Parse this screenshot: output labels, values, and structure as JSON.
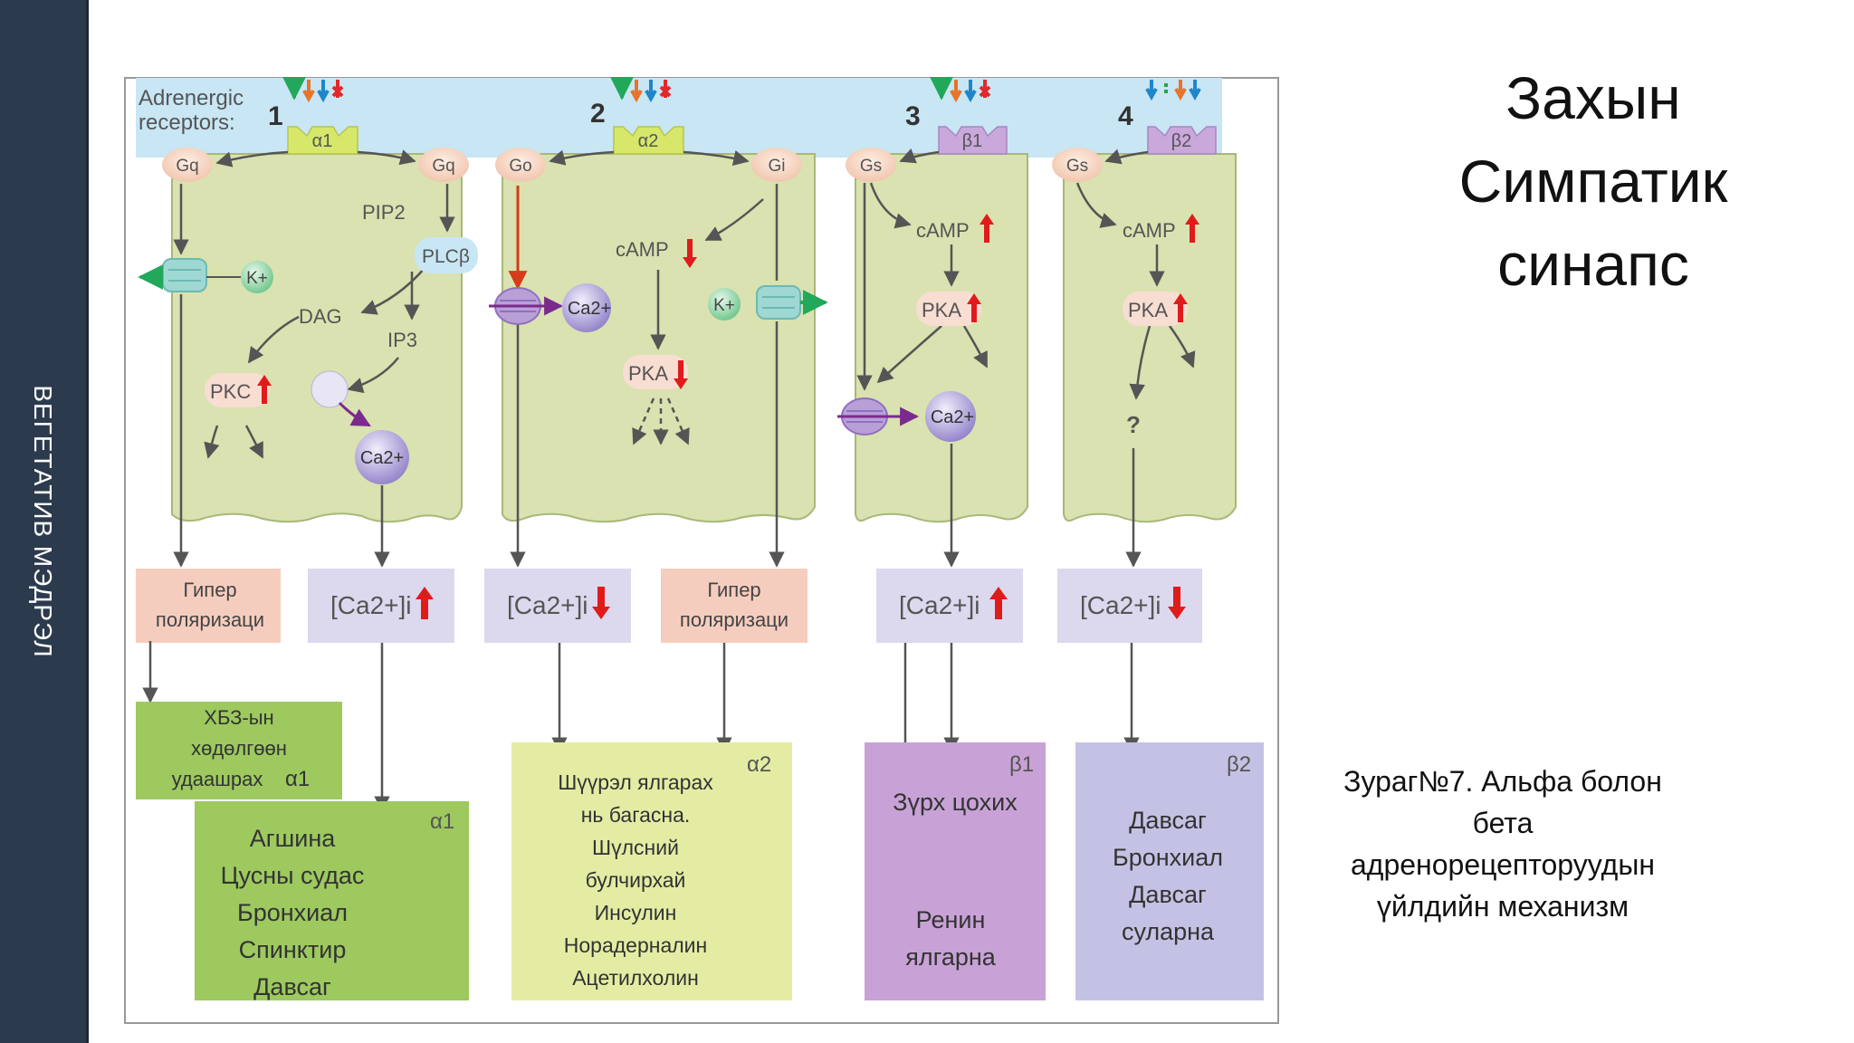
{
  "sidebar": {
    "label": "ВЕГЕТАТИВ МЭДРЭЛ"
  },
  "slide_title": {
    "line1": "Захын",
    "line2": "Симпатик",
    "line3": "синапс"
  },
  "caption": {
    "line1": "Зураг№7. Альфа болон",
    "line2": "бета",
    "line3": "адренорецепторуудын",
    "line4": "үйлдийн механизм"
  },
  "diagram": {
    "header": {
      "line1": "Adrenergic",
      "line2": "receptors:"
    },
    "numbers": [
      "1",
      "2",
      "3",
      "4"
    ],
    "receptors": {
      "a1": "α1",
      "a2": "α2",
      "b1": "β1",
      "b2": "β2"
    },
    "gproteins": {
      "gq1": "Gq",
      "gq2": "Gq",
      "go": "Go",
      "gi": "Gi",
      "gs3": "Gs",
      "gs4": "Gs"
    },
    "col1": {
      "pip2": "PIP2",
      "plcb": "PLCβ",
      "k": "K+",
      "dag": "DAG",
      "ip3": "IP3",
      "pkc": "PKC",
      "ca": "Ca2+"
    },
    "col2": {
      "camp": "cAMP",
      "ca": "Ca2+",
      "k": "K+",
      "pka": "PKA"
    },
    "col3": {
      "camp": "cAMP",
      "pka": "PKA",
      "ca": "Ca2+"
    },
    "col4": {
      "camp": "cAMP",
      "pka": "PKA",
      "q": "?"
    },
    "mid": {
      "hyper1": {
        "l1": "Гипер",
        "l2": "поляризаци"
      },
      "ca1": "[Ca2+]i",
      "ca2": "[Ca2+]i",
      "hyper2": {
        "l1": "Гипер",
        "l2": "поляризаци"
      },
      "ca3": "[Ca2+]i",
      "ca4": "[Ca2+]i"
    },
    "box_cns": {
      "l1": "ХБЗ-ын",
      "l2": "хөдөлгөөн",
      "l3": "удаашрах",
      "tag": "α1"
    },
    "box_a1": {
      "tag": "α1",
      "items": [
        "Агшина",
        "Цусны судас",
        "Бронхиал",
        "Спинктир",
        "Давсаг"
      ]
    },
    "box_a2": {
      "tag": "α2",
      "items": [
        "Шүүрэл ялгарах",
        "нь багасна.",
        "Шүлсний",
        "булчирхай",
        "Инсулин",
        "Норадерналин",
        "Ацетилхолин"
      ]
    },
    "box_b1": {
      "tag": "β1",
      "l1": "Зүрх цохих",
      "l2": "Ренин",
      "l3": "ялгарна"
    },
    "box_b2": {
      "tag": "β2",
      "items": [
        "Давсаг",
        "Бронхиал",
        "Давсаг",
        "суларна"
      ]
    },
    "colors": {
      "membrane": "#c8e6f4",
      "cell": "#d9e2b0",
      "cell_border": "#a8b878",
      "receptor_alpha": "#d7e76a",
      "receptor_beta": "#c9a8dc",
      "gprotein": "#f6d2bf",
      "pink_box": "#f5cdbf",
      "lav_box": "#dcd8ee",
      "green_box": "#9dc95f",
      "lime_box": "#e4eca4",
      "purple_box": "#c8a2d6",
      "blue_purple_box": "#c4c2e4",
      "up_arrow": "#e01b1b",
      "k_ion": "#7ed09a",
      "ca_ion": "#9b8ad0"
    }
  }
}
